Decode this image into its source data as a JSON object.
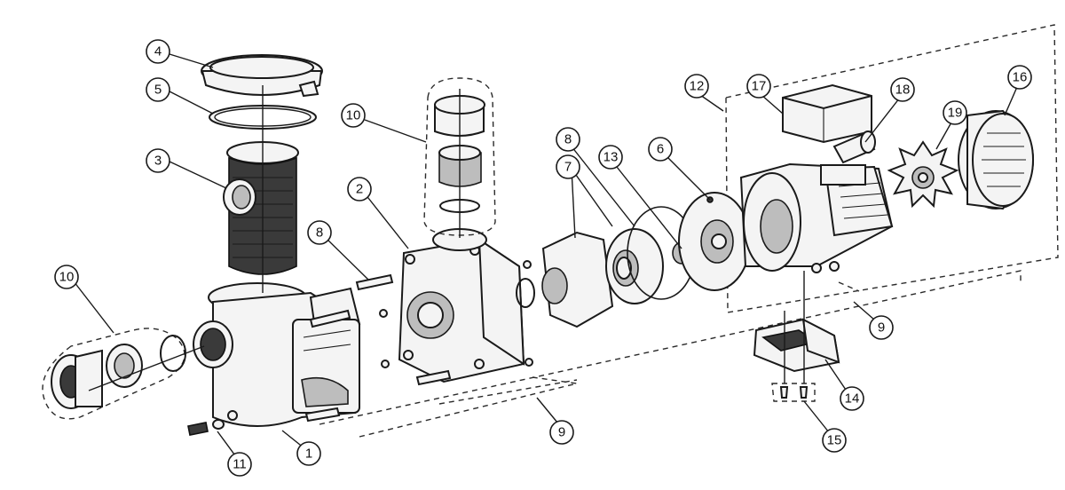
{
  "callouts": [
    {
      "id": "c4",
      "label": "4"
    },
    {
      "id": "c5",
      "label": "5"
    },
    {
      "id": "c3",
      "label": "3"
    },
    {
      "id": "c10a",
      "label": "10"
    },
    {
      "id": "c10b",
      "label": "10"
    },
    {
      "id": "c2",
      "label": "2"
    },
    {
      "id": "c8a",
      "label": "8"
    },
    {
      "id": "c8b",
      "label": "8"
    },
    {
      "id": "c7",
      "label": "7"
    },
    {
      "id": "c13",
      "label": "13"
    },
    {
      "id": "c6",
      "label": "6"
    },
    {
      "id": "c12",
      "label": "12"
    },
    {
      "id": "c17",
      "label": "17"
    },
    {
      "id": "c18",
      "label": "18"
    },
    {
      "id": "c19",
      "label": "19"
    },
    {
      "id": "c16",
      "label": "16"
    },
    {
      "id": "c9a",
      "label": "9"
    },
    {
      "id": "c9b",
      "label": "9"
    },
    {
      "id": "c14",
      "label": "14"
    },
    {
      "id": "c15",
      "label": "15"
    },
    {
      "id": "c11",
      "label": "11"
    },
    {
      "id": "c1",
      "label": "1"
    }
  ]
}
